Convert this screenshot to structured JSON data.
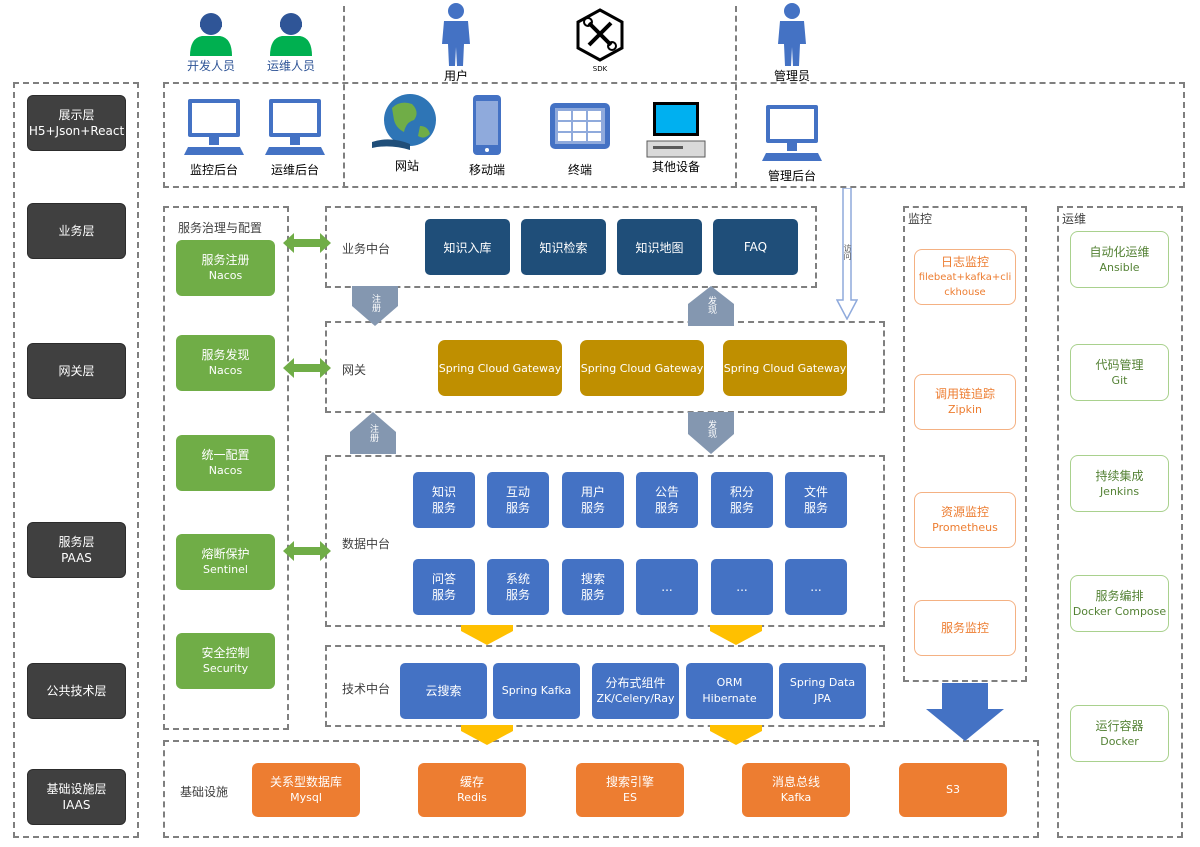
{
  "layers": [
    {
      "line1": "展示层",
      "line2": "H5+Json+React"
    },
    {
      "line1": "业务层",
      "line2": ""
    },
    {
      "line1": "网关层",
      "line2": ""
    },
    {
      "line1": "服务层",
      "line2": "PAAS"
    },
    {
      "line1": "公共技术层",
      "line2": ""
    },
    {
      "line1": "基础设施层",
      "line2": "IAAS"
    }
  ],
  "people": {
    "developer": "开发人员",
    "operator": "运维人员",
    "user": "用户",
    "sdk": "SDK",
    "admin": "管理员"
  },
  "terminals": {
    "monitor_backend": "监控后台",
    "ops_backend": "运维后台",
    "website": "网站",
    "mobile": "移动端",
    "terminal": "终端",
    "other_devices": "其他设备",
    "admin_backend": "管理后台"
  },
  "governance": {
    "title": "服务治理与配置",
    "items": [
      {
        "name": "服务注册",
        "tech": "Nacos"
      },
      {
        "name": "服务发现",
        "tech": "Nacos"
      },
      {
        "name": "统一配置",
        "tech": "Nacos"
      },
      {
        "name": "熔断保护",
        "tech": "Sentinel"
      },
      {
        "name": "安全控制",
        "tech": "Security"
      }
    ]
  },
  "business": {
    "label": "业务中台",
    "items": [
      "知识入库",
      "知识检索",
      "知识地图",
      "FAQ"
    ]
  },
  "gateway": {
    "label": "网关",
    "items": [
      "Spring Cloud Gateway",
      "Spring Cloud Gateway",
      "Spring Cloud Gateway"
    ]
  },
  "arrows": {
    "register": "注册",
    "discover": "发现",
    "access": "访问"
  },
  "data_center": {
    "label": "数据中台",
    "row1": [
      {
        "l1": "知识",
        "l2": "服务"
      },
      {
        "l1": "互动",
        "l2": "服务"
      },
      {
        "l1": "用户",
        "l2": "服务"
      },
      {
        "l1": "公告",
        "l2": "服务"
      },
      {
        "l1": "积分",
        "l2": "服务"
      },
      {
        "l1": "文件",
        "l2": "服务"
      }
    ],
    "row2": [
      {
        "l1": "问答",
        "l2": "服务"
      },
      {
        "l1": "系统",
        "l2": "服务"
      },
      {
        "l1": "搜索",
        "l2": "服务"
      },
      {
        "l1": "...",
        "l2": ""
      },
      {
        "l1": "...",
        "l2": ""
      },
      {
        "l1": "...",
        "l2": ""
      }
    ]
  },
  "tech_center": {
    "label": "技术中台",
    "items": [
      {
        "l1": "云搜索",
        "l2": ""
      },
      {
        "l1": "Spring Kafka",
        "l2": ""
      },
      {
        "l1": "分布式组件",
        "l2": "ZK/Celery/Ray"
      },
      {
        "l1": "ORM",
        "l2": "Hibernate"
      },
      {
        "l1": "Spring Data",
        "l2": "JPA"
      }
    ]
  },
  "infra": {
    "label": "基础设施",
    "items": [
      {
        "name": "关系型数据库",
        "tech": "Mysql"
      },
      {
        "name": "缓存",
        "tech": "Redis"
      },
      {
        "name": "搜索引擎",
        "tech": "ES"
      },
      {
        "name": "消息总线",
        "tech": "Kafka"
      },
      {
        "name": "S3",
        "tech": ""
      }
    ]
  },
  "monitor": {
    "title": "监控",
    "items": [
      {
        "name": "日志监控",
        "tech": "filebeat+kafka+cli",
        "tech2": "ckhouse"
      },
      {
        "name": "调用链追踪",
        "tech": "Zipkin",
        "tech2": ""
      },
      {
        "name": "资源监控",
        "tech": "Prometheus",
        "tech2": ""
      },
      {
        "name": "服务监控",
        "tech": "",
        "tech2": ""
      }
    ]
  },
  "ops": {
    "title": "运维",
    "items": [
      {
        "name": "自动化运维",
        "tech": "Ansible"
      },
      {
        "name": "代码管理",
        "tech": "Git"
      },
      {
        "name": "持续集成",
        "tech": "Jenkins"
      },
      {
        "name": "服务编排",
        "tech": "Docker Compose"
      },
      {
        "name": "运行容器",
        "tech": "Docker"
      }
    ]
  },
  "colors": {
    "layer": "#404040",
    "governance": "#70ad47",
    "business": "#1f4e79",
    "gateway": "#bf8f00",
    "service": "#4472c4",
    "infra": "#ed7d31",
    "arrow_gray": "#8497b0",
    "arrow_gold": "#ffc000"
  }
}
